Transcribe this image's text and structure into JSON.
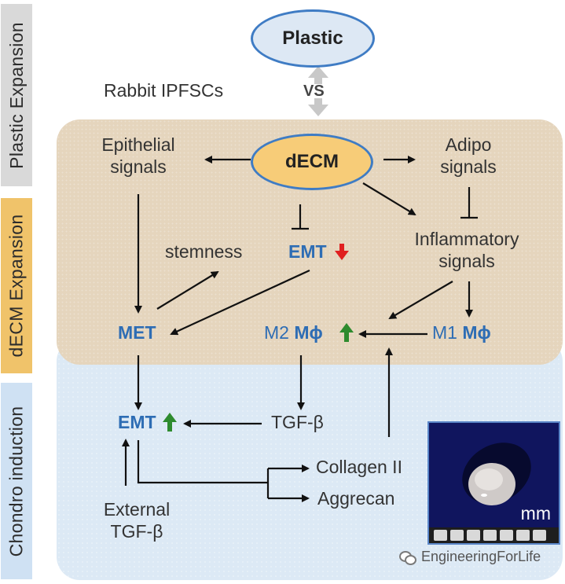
{
  "side_labels": {
    "plastic": "Plastic Expansion",
    "decm": "dECM Expansion",
    "chondro": "Chondro induction"
  },
  "colors": {
    "plastic_bar": "#d9d9d9",
    "decm_bar": "#f0c36a",
    "chondro_bar": "#cfe1f3",
    "decm_panel": "#e5d5bd",
    "chondro_panel": "#dce9f5",
    "text_blue": "#2e6db4",
    "arrow_red": "#e02020",
    "arrow_green": "#2e8b2e",
    "ellipse_blue_border": "#3f7cc4",
    "decm_ellipse_fill": "#f7cc78"
  },
  "nodes": {
    "plastic": "Plastic",
    "rabbit": "Rabbit IPFSCs",
    "vs": "VS",
    "decm": "dECM",
    "epithelial_1": "Epithelial",
    "epithelial_2": "signals",
    "adipo_1": "Adipo",
    "adipo_2": "signals",
    "stemness": "stemness",
    "emt_top": "EMT",
    "inflammatory_1": "Inflammatory",
    "inflammatory_2": "signals",
    "met": "MET",
    "m2_prefix": "M2",
    "m2_mphi": "Mϕ",
    "m1_prefix": "M1",
    "m1_mphi": "Mϕ",
    "emt_bottom": "EMT",
    "tgf": "TGF-β",
    "collagen": "Collagen II",
    "aggrecan": "Aggrecan",
    "external_1": "External",
    "external_2": "TGF-β"
  },
  "photo": {
    "scale_label": "mm"
  },
  "watermark": {
    "text": "EngineeringForLife",
    "icon": "wechat-icon"
  }
}
